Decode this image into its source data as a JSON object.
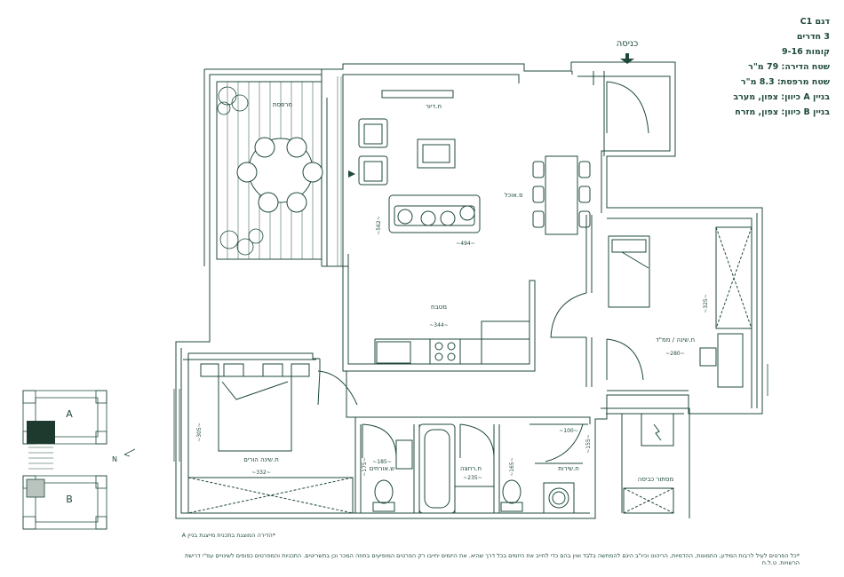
{
  "apartment": {
    "model": "דגם C1",
    "rooms": "3 חדרים",
    "floors": "קומות 9-16",
    "area": "שטח הדירה: 79 מ\"ר",
    "balcony_area": "שטח מרפסת: 8.3 מ\"ר",
    "building_a": "בניין A כיוון: צפון, מערב",
    "building_b": "בניין B כיוון: צפון, מזרח"
  },
  "entrance_label": "כניסה",
  "rooms": {
    "balcony": "מרפסת",
    "living": "ח.דיור",
    "dining": "פ.אוכל",
    "kitchen": "מטבח",
    "bedroom2": "ח.שינה / ממ\"ד",
    "master": "ח.שינה הורים",
    "wc": "ש.אורחים",
    "bath": "ח.רחצה",
    "service": "ח.שירות",
    "storage": "מסתור כביסה"
  },
  "dims": {
    "living_w": "~494~",
    "living_h": "~562~",
    "kitchen_w": "~344~",
    "bedroom2_w": "~280~",
    "bedroom2_h": "~325~",
    "master_w": "~332~",
    "master_h": "~305~",
    "wc_w": "~185~",
    "wc_h": "~175~",
    "bath_w": "~235~",
    "bath_h": "~165~",
    "service_w": "~100~",
    "service_h": "~155~"
  },
  "keyplan": {
    "building_a": "A",
    "building_b": "B",
    "north": "N"
  },
  "footnotes": {
    "note1": "*הדירה המוצגת בתכנית מייצגת בניין A",
    "note2": "*כל הפרטים לעיל לרבות המידע, התמונות, ההדמיות, הריהוט וכיו\"ב הינם להמחשה בלבד ואין בהם כדי לחייב את היזמים בכל דרך שהיא. את היזמים יחייבו רק הפרטים המופיעים בחוזה המכר וכן בתשריטים. התכניות והמפרטים כפופים לשינויים עפ\"י דרישת הרשויות. ט.ל.ח"
  },
  "colors": {
    "ink": "#1f4a3a",
    "keyplan_highlight": "#1e3a2e"
  }
}
